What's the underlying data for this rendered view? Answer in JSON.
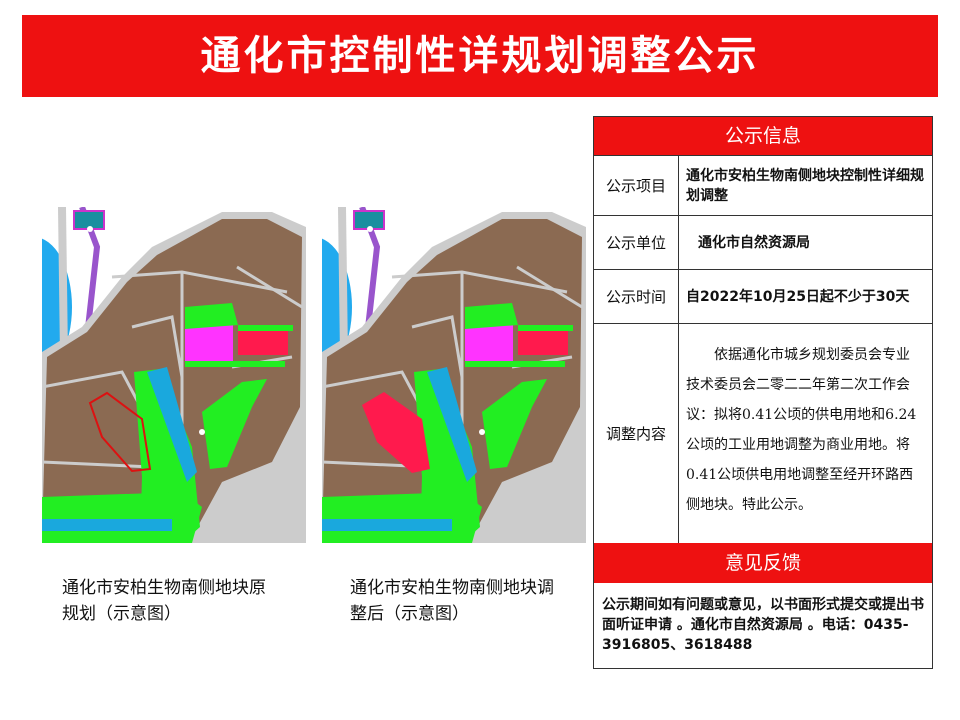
{
  "title": "通化市控制性详规划调整公示",
  "maps": {
    "original_caption": "通化市安柏生物南侧地块原规划（示意图）",
    "adjusted_caption": "通化市安柏生物南侧地块调整后（示意图）"
  },
  "info_panel": {
    "header": "公示信息",
    "rows": [
      {
        "label": "公示项目",
        "value": "通化市安柏生物南侧地块控制性详细规划调整"
      },
      {
        "label": "公示单位",
        "value": "通化市自然资源局"
      },
      {
        "label": "公示时间",
        "value": "自2022年10月25日起不少于30天"
      },
      {
        "label": "调整内容",
        "value": "依据通化市城乡规划委员会专业技术委员会二零二二年第二次工作会议：拟将0.41公顷的供电用地和6.24公顷的工业用地调整为商业用地。将0.41公顷供电用地调整至经开环路西侧地块。特此公示。"
      }
    ],
    "feedback_header": "意见反馈",
    "feedback_text": "公示期间如有问题或意见，以书面形式提交或提出书面听证申请 。通化市自然资源局 。电话：0435-3916805、3618488"
  },
  "colors": {
    "banner": "#ee1111",
    "industrial_land": "#8b6a52",
    "commercial_land": "#ff1a4d",
    "green_space": "#22ee22",
    "public_facility": "#ff33ff",
    "water": "#1aa8dd",
    "road_purple": "#9955cc"
  }
}
